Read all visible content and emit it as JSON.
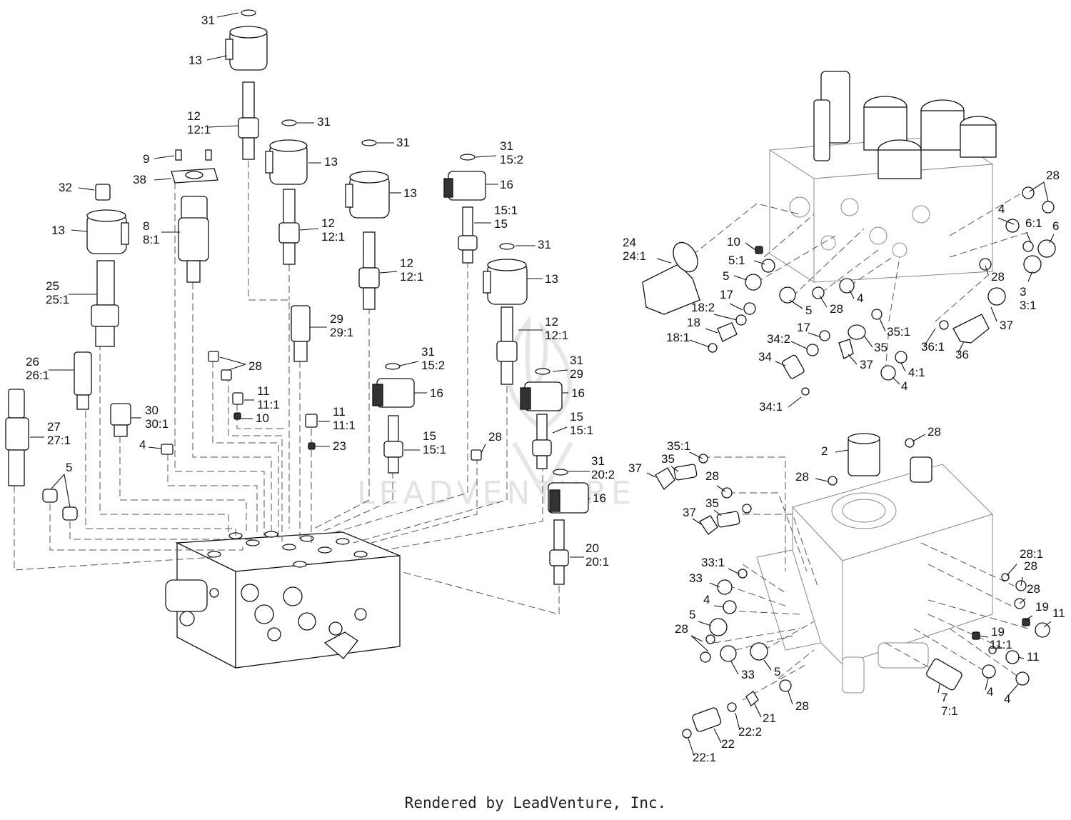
{
  "footer": "Rendered by LeadVenture, Inc.",
  "watermark": "LEADVENTURE",
  "callouts": [
    {
      "id": "c1",
      "lines": [
        "31"
      ]
    },
    {
      "id": "c2",
      "lines": [
        "13"
      ]
    },
    {
      "id": "c3",
      "lines": [
        "12",
        "12:1"
      ]
    },
    {
      "id": "c4",
      "lines": [
        "31"
      ]
    },
    {
      "id": "c5",
      "lines": [
        "13"
      ]
    },
    {
      "id": "c6",
      "lines": [
        "9"
      ]
    },
    {
      "id": "c7",
      "lines": [
        "38"
      ]
    },
    {
      "id": "c8",
      "lines": [
        "31"
      ]
    },
    {
      "id": "c9",
      "lines": [
        "13"
      ]
    },
    {
      "id": "c10",
      "lines": [
        "31",
        "15:2"
      ]
    },
    {
      "id": "c11",
      "lines": [
        "16"
      ]
    },
    {
      "id": "c12",
      "lines": [
        "32"
      ]
    },
    {
      "id": "c13",
      "lines": [
        "13"
      ]
    },
    {
      "id": "c14",
      "lines": [
        "8",
        "8:1"
      ]
    },
    {
      "id": "c15",
      "lines": [
        "12",
        "12:1"
      ]
    },
    {
      "id": "c16",
      "lines": [
        "15:1",
        "15"
      ]
    },
    {
      "id": "c17",
      "lines": [
        "12",
        "12:1"
      ]
    },
    {
      "id": "c18",
      "lines": [
        "31"
      ]
    },
    {
      "id": "c19",
      "lines": [
        "13"
      ]
    },
    {
      "id": "c20",
      "lines": [
        "25",
        "25:1"
      ]
    },
    {
      "id": "c21",
      "lines": [
        "29",
        "29:1"
      ]
    },
    {
      "id": "c22",
      "lines": [
        "12",
        "12:1"
      ]
    },
    {
      "id": "c23",
      "lines": [
        "26",
        "26:1"
      ]
    },
    {
      "id": "c24",
      "lines": [
        "28"
      ]
    },
    {
      "id": "c25",
      "lines": [
        "31",
        "15:2"
      ]
    },
    {
      "id": "c26",
      "lines": [
        "31",
        "29"
      ]
    },
    {
      "id": "c27",
      "lines": [
        "11",
        "11:1"
      ]
    },
    {
      "id": "c28",
      "lines": [
        "10"
      ]
    },
    {
      "id": "c29",
      "lines": [
        "16"
      ]
    },
    {
      "id": "c30",
      "lines": [
        "16"
      ]
    },
    {
      "id": "c31",
      "lines": [
        "30",
        "30:1"
      ]
    },
    {
      "id": "c32",
      "lines": [
        "11",
        "11:1"
      ]
    },
    {
      "id": "c33",
      "lines": [
        "15",
        "15:1"
      ]
    },
    {
      "id": "c34",
      "lines": [
        "27",
        "27:1"
      ]
    },
    {
      "id": "c35",
      "lines": [
        "4"
      ]
    },
    {
      "id": "c36",
      "lines": [
        "23"
      ]
    },
    {
      "id": "c37",
      "lines": [
        "28"
      ]
    },
    {
      "id": "c38",
      "lines": [
        "15",
        "15:1"
      ]
    },
    {
      "id": "c39",
      "lines": [
        "5"
      ]
    },
    {
      "id": "c40",
      "lines": [
        "31",
        "20:2"
      ]
    },
    {
      "id": "c41",
      "lines": [
        "16"
      ]
    },
    {
      "id": "c42",
      "lines": [
        "20",
        "20:1"
      ]
    },
    {
      "id": "c43",
      "lines": [
        "28"
      ]
    },
    {
      "id": "c44",
      "lines": [
        "4"
      ]
    },
    {
      "id": "c45",
      "lines": [
        "6:1"
      ]
    },
    {
      "id": "c46",
      "lines": [
        "6"
      ]
    },
    {
      "id": "c47",
      "lines": [
        "24",
        "24:1"
      ]
    },
    {
      "id": "c48",
      "lines": [
        "10"
      ]
    },
    {
      "id": "c49",
      "lines": [
        "5:1"
      ]
    },
    {
      "id": "c50",
      "lines": [
        "5"
      ]
    },
    {
      "id": "c51",
      "lines": [
        "28"
      ]
    },
    {
      "id": "c52",
      "lines": [
        "3",
        "3:1"
      ]
    },
    {
      "id": "c53",
      "lines": [
        "5"
      ]
    },
    {
      "id": "c54",
      "lines": [
        "28"
      ]
    },
    {
      "id": "c55",
      "lines": [
        "4"
      ]
    },
    {
      "id": "c56",
      "lines": [
        "17"
      ]
    },
    {
      "id": "c57",
      "lines": [
        "18:2"
      ]
    },
    {
      "id": "c58",
      "lines": [
        "37"
      ]
    },
    {
      "id": "c59",
      "lines": [
        "18"
      ]
    },
    {
      "id": "c60",
      "lines": [
        "35:1"
      ]
    },
    {
      "id": "c61",
      "lines": [
        "18:1"
      ]
    },
    {
      "id": "c62",
      "lines": [
        "17"
      ]
    },
    {
      "id": "c63",
      "lines": [
        "34:2"
      ]
    },
    {
      "id": "c64",
      "lines": [
        "35"
      ]
    },
    {
      "id": "c65",
      "lines": [
        "36:1"
      ]
    },
    {
      "id": "c66",
      "lines": [
        "36"
      ]
    },
    {
      "id": "c67",
      "lines": [
        "34"
      ]
    },
    {
      "id": "c68",
      "lines": [
        "37"
      ]
    },
    {
      "id": "c69",
      "lines": [
        "4:1"
      ]
    },
    {
      "id": "c70",
      "lines": [
        "4"
      ]
    },
    {
      "id": "c71",
      "lines": [
        "34:1"
      ]
    },
    {
      "id": "c72",
      "lines": [
        "35:1"
      ]
    },
    {
      "id": "c73",
      "lines": [
        "2"
      ]
    },
    {
      "id": "c74",
      "lines": [
        "28"
      ]
    },
    {
      "id": "c75",
      "lines": [
        "35"
      ]
    },
    {
      "id": "c76",
      "lines": [
        "28"
      ]
    },
    {
      "id": "c77",
      "lines": [
        "37"
      ]
    },
    {
      "id": "c78",
      "lines": [
        "28"
      ]
    },
    {
      "id": "c79",
      "lines": [
        "35"
      ]
    },
    {
      "id": "c80",
      "lines": [
        "37"
      ]
    },
    {
      "id": "c81",
      "lines": [
        "33:1"
      ]
    },
    {
      "id": "c82",
      "lines": [
        "28:1"
      ]
    },
    {
      "id": "c83",
      "lines": [
        "28"
      ]
    },
    {
      "id": "c84",
      "lines": [
        "33"
      ]
    },
    {
      "id": "c85",
      "lines": [
        "28"
      ]
    },
    {
      "id": "c86",
      "lines": [
        "4"
      ]
    },
    {
      "id": "c87",
      "lines": [
        "19"
      ]
    },
    {
      "id": "c88",
      "lines": [
        "11"
      ]
    },
    {
      "id": "c89",
      "lines": [
        "5"
      ]
    },
    {
      "id": "c90",
      "lines": [
        "28"
      ]
    },
    {
      "id": "c91",
      "lines": [
        "19"
      ]
    },
    {
      "id": "c92",
      "lines": [
        "11:1"
      ]
    },
    {
      "id": "c93",
      "lines": [
        "11"
      ]
    },
    {
      "id": "c94",
      "lines": [
        "33"
      ]
    },
    {
      "id": "c95",
      "lines": [
        "5"
      ]
    },
    {
      "id": "c96",
      "lines": [
        "7",
        "7:1"
      ]
    },
    {
      "id": "c97",
      "lines": [
        "4"
      ]
    },
    {
      "id": "c98",
      "lines": [
        "4"
      ]
    },
    {
      "id": "c99",
      "lines": [
        "28"
      ]
    },
    {
      "id": "c100",
      "lines": [
        "21"
      ]
    },
    {
      "id": "c101",
      "lines": [
        "22:2"
      ]
    },
    {
      "id": "c102",
      "lines": [
        "22"
      ]
    },
    {
      "id": "c103",
      "lines": [
        "22:1"
      ]
    }
  ]
}
